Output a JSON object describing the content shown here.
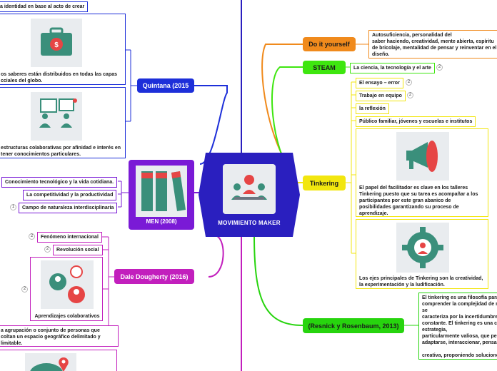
{
  "center": {
    "label": "MOVIMIENTO MAKER"
  },
  "left": {
    "top_note": "a identidad en base al acto de crear",
    "quintana": {
      "label": "Quintana (2015",
      "card1_text": "os saberes están distribuidos en todas las capas\ncciales del globo.",
      "card2_text": "estructuras colaborativas por afinidad e interés en\ntener conocimientos particulares."
    },
    "men": {
      "label": "MEN (2008)",
      "items": [
        {
          "label": "Conocimiento tecnológico y la vida cotidiana."
        },
        {
          "label": "La competitividad y la productividad"
        },
        {
          "label": "Campo de naturaleza interdisciplinaria",
          "badge": "1"
        }
      ]
    },
    "dougherty": {
      "label": "Dale Dougherty (2016)",
      "items": [
        {
          "label": "Fenómeno internacional",
          "badge": "2"
        },
        {
          "label": "Revolución social",
          "badge": "2"
        }
      ],
      "collab": {
        "label": "Aprendizajes colaborativos",
        "badge": "2"
      },
      "text_box": "a agrupación o conjunto de personas que\ncoltan un espacio geográfico delimitado y\nlimitable."
    }
  },
  "right": {
    "diy": {
      "label": "Do it yourself",
      "text": "Autosuficiencia, personalidad del\nsaber haciendo, creatividad, mente abierta, espíritu\nde bricolaje, mentalidad de pensar y reinventar en el\ndiseño."
    },
    "steam": {
      "label": "STEAM",
      "item": "La ciencia, la tecnología y el arte",
      "badge": "2"
    },
    "tinkering": {
      "label": "Tinkering",
      "items": [
        {
          "label": "El ensayo – error",
          "badge": "2"
        },
        {
          "label": "Trabajo en equipo",
          "badge": "2"
        },
        {
          "label": "la reflexión"
        },
        {
          "label": "Público familiar, jóvenes y escuelas e institutos"
        }
      ],
      "card1_text": "El papel del facilitador es clave en los talleres\nTinkering puesto que su tarea es acompañar a los\nparticipantes por este gran abanico de\nposibilidades garantizando su proceso de\naprendizaje.",
      "card2_text": "Los ejes principales de Tinkering son la creatividad,\nla experimentación y la ludificación."
    },
    "resnick": {
      "label": "(Resnick y Rosenbaum, 2013)",
      "text": "El tinkering es una filosofía para\ncomprender la complejidad de n\nse\ncaracteriza por la incertidumbre\nconstante. El tinkering es una c\nestrategia,\nparticularmente valiosa, que per\nadaptarse, interaccionar, pensar\n\ncreativa, proponiendo solucione\nsituaciones inesperadas y probl"
    }
  },
  "colors": {
    "center": "#2a1fbf",
    "quintana": "#1d2fd9",
    "men": "#7a1ad6",
    "dougherty": "#c21fbd",
    "diy": "#f08a1c",
    "steam": "#3ee60f",
    "tinkering": "#f2e60f",
    "resnick": "#27d40e"
  }
}
